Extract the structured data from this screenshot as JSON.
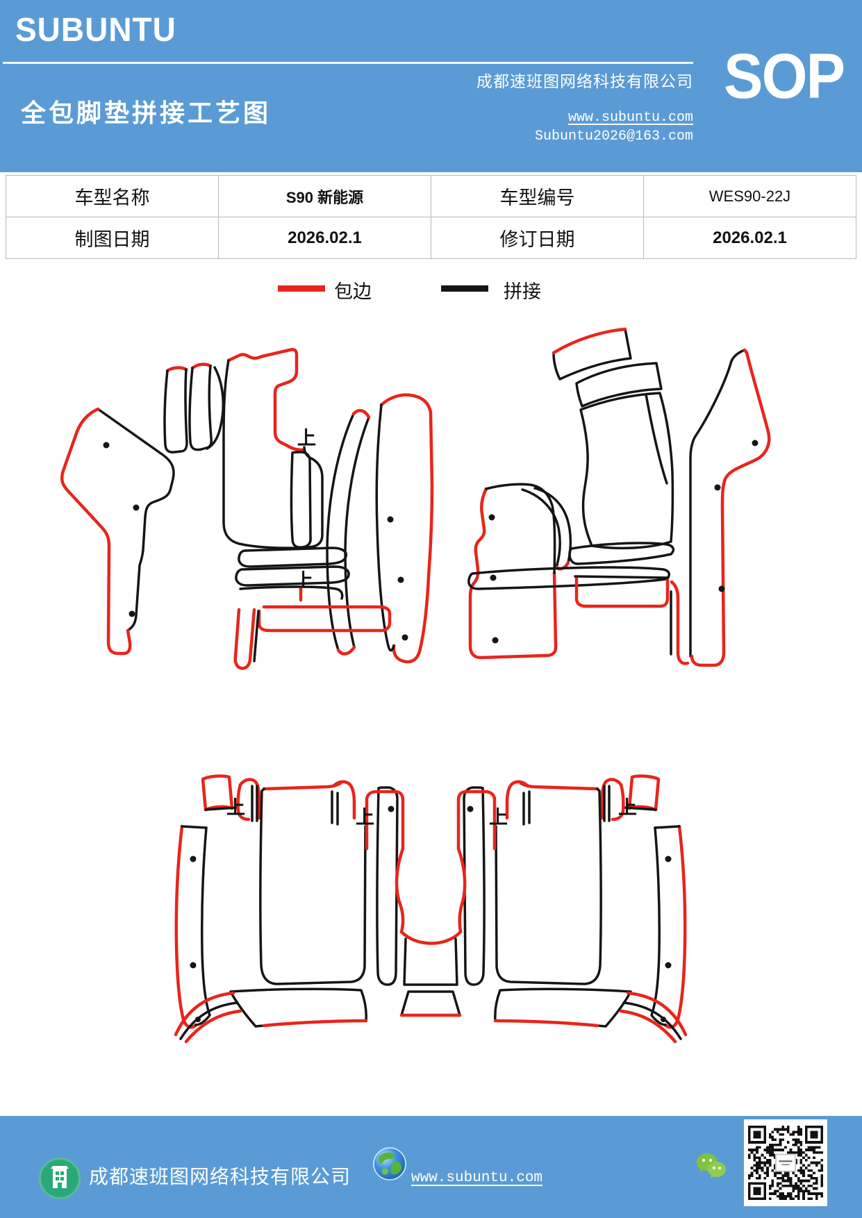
{
  "header": {
    "brand": "SUBUNTU",
    "title": "全包脚垫拼接工艺图",
    "company": "成都速班图网络科技有限公司",
    "website": "www.subuntu.com",
    "email": "Subuntu2026@163.com",
    "sop": "SOP"
  },
  "info_table": {
    "rows": [
      [
        "车型名称",
        "S90 新能源",
        "车型编号",
        "WES90-22J"
      ],
      [
        "制图日期",
        "2026.02.1",
        "修订日期",
        "2026.02.1"
      ]
    ]
  },
  "legend": {
    "items": [
      {
        "label": "包边",
        "color": "#e8251c"
      },
      {
        "label": "拼接",
        "color": "#151515"
      }
    ]
  },
  "drawings": {
    "orientation_mark": "上",
    "binding_color": "#e8251c",
    "splice_color": "#151515"
  },
  "footer": {
    "company": "成都速班图网络科技有限公司",
    "website": "www.subuntu.com"
  },
  "colors": {
    "header_blue": "#5b9bd5",
    "binding_red": "#e8251c",
    "splice_black": "#151515",
    "table_border": "#b9b9b9",
    "wechat_green": "#7fc241",
    "footer_badge_green": "#2aa87a"
  },
  "icons": {
    "building": "building-icon",
    "globe": "globe-icon",
    "wechat": "wechat-icon",
    "qr": "qr-code"
  }
}
